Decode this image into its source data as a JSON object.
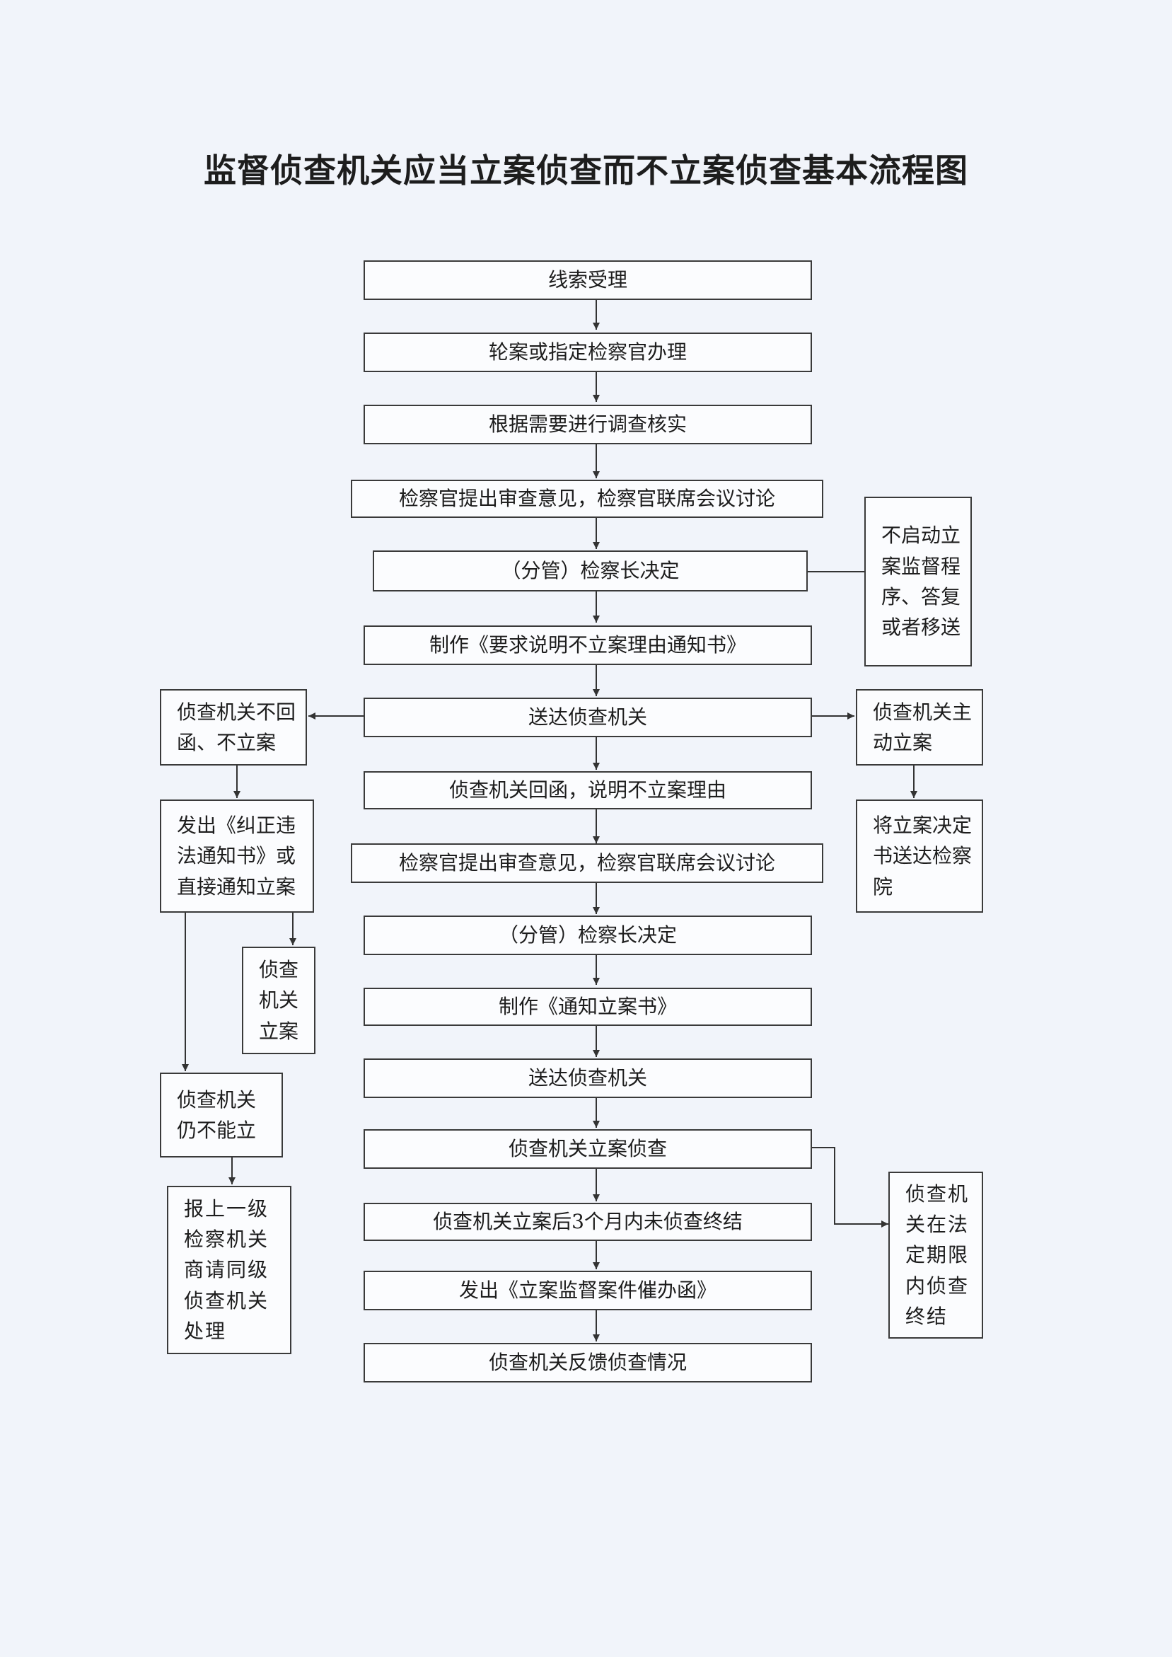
{
  "title": "监督侦查机关应当立案侦查而不立案侦查基本流程图",
  "main": [
    "线索受理",
    "轮案或指定检察官办理",
    "根据需要进行调查核实",
    "检察官提出审查意见，检察官联席会议讨论",
    "（分管）检察长决定",
    "制作《要求说明不立案理由通知书》",
    "送达侦查机关",
    "侦查机关回函，说明不立案理由",
    "检察官提出审查意见，检察官联席会议讨论",
    "（分管）检察长决定",
    "制作《通知立案书》",
    "送达侦查机关",
    "侦查机关立案侦查",
    "侦查机关立案后3个月内未侦查终结",
    "发出《立案监督案件催办函》",
    "侦查机关反馈侦查情况"
  ],
  "side": {
    "not_start": "不启动立案监督程序、答复或者移送",
    "left_no_reply": "侦查机关不回函、不立案",
    "left_notice": "发出《纠正违法通知书》或直接通知立案",
    "left_filed": "侦查机关立案",
    "left_still": "侦查机关仍不能立",
    "left_report": "报上一级检察机关商请同级侦查机关处理",
    "right_active": "侦查机关主动立案",
    "right_send": "将立案决定书送达检察院",
    "right_done": "侦查机关在法定期限内侦查终结"
  }
}
